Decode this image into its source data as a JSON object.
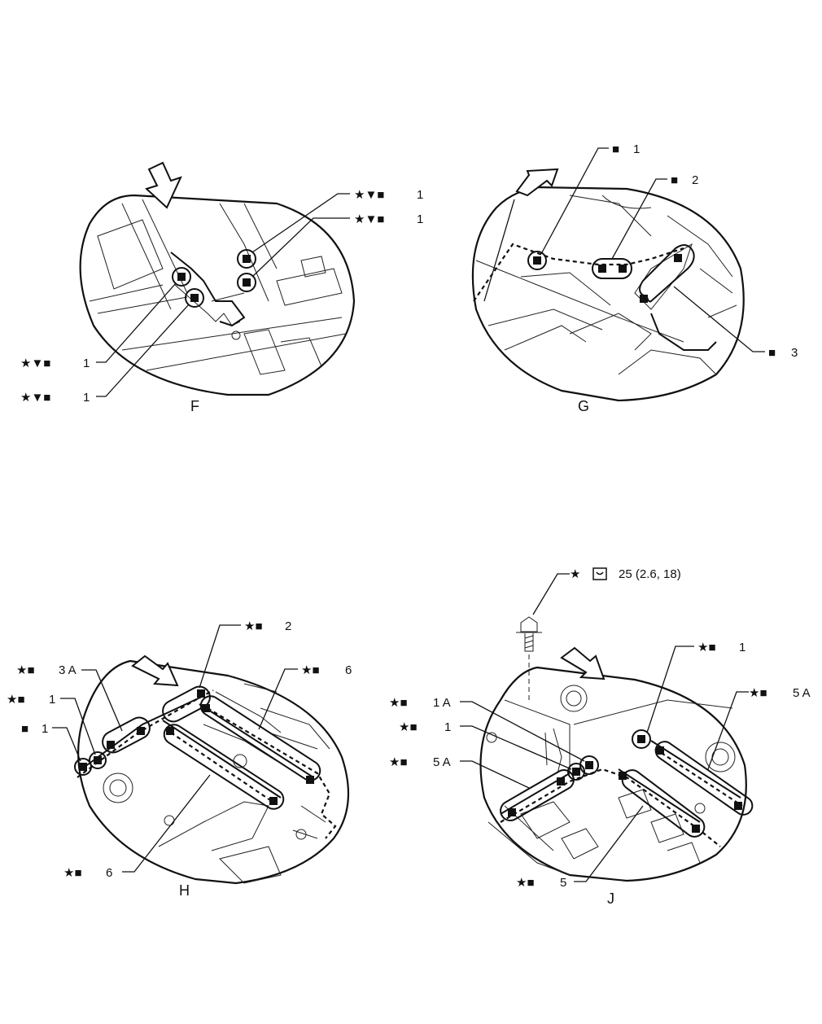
{
  "symbols": {
    "star": "★",
    "triangle": "▼",
    "square": "■"
  },
  "views": {
    "F": {
      "letter": "F",
      "callouts": [
        {
          "symbols": "★▼■",
          "num": "1"
        },
        {
          "symbols": "★▼■",
          "num": "1"
        },
        {
          "symbols": "★▼■",
          "num": "1"
        },
        {
          "symbols": "★▼■",
          "num": "1"
        }
      ]
    },
    "G": {
      "letter": "G",
      "callouts": [
        {
          "symbols": "■",
          "num": "1"
        },
        {
          "symbols": "■",
          "num": "2"
        },
        {
          "symbols": "■",
          "num": "3"
        }
      ]
    },
    "H": {
      "letter": "H",
      "callouts": [
        {
          "symbols": "★■",
          "num": "2"
        },
        {
          "symbols": "★■",
          "num": "3 A"
        },
        {
          "symbols": "★■",
          "num": "6"
        },
        {
          "symbols": "★■",
          "num": "1"
        },
        {
          "symbols": "■",
          "num": "1"
        },
        {
          "symbols": "★■",
          "num": "6"
        }
      ]
    },
    "J": {
      "letter": "J",
      "torque": "25 (2.6, 18)",
      "callouts": [
        {
          "symbols": "★■",
          "num": "1"
        },
        {
          "symbols": "★■",
          "num": "5 A"
        },
        {
          "symbols": "★■",
          "num": "1 A"
        },
        {
          "symbols": "★■",
          "num": "1"
        },
        {
          "symbols": "★■",
          "num": "5 A"
        },
        {
          "symbols": "★■",
          "num": "5"
        }
      ]
    }
  }
}
